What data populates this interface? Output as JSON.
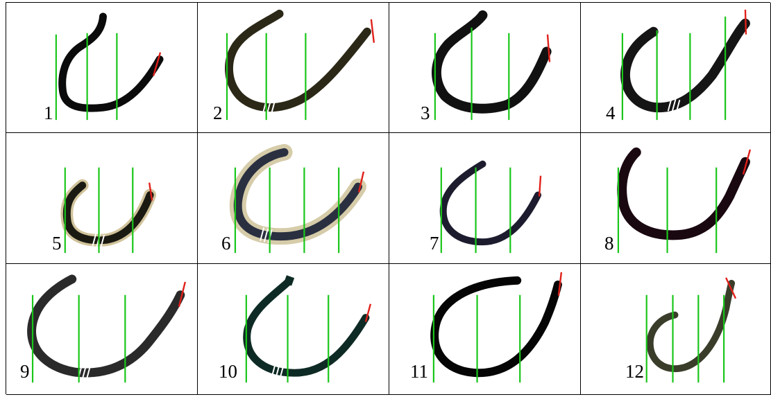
{
  "colors": {
    "guide_line": "#19c619",
    "end_mark": "#e0201a"
  },
  "panels": [
    {
      "number": "1",
      "ink": "#0b0b0b",
      "halo": null,
      "texture": "solid"
    },
    {
      "number": "2",
      "ink": "#2c2817",
      "halo": null,
      "texture": "solid",
      "gap": true
    },
    {
      "number": "3",
      "ink": "#111111",
      "halo": null,
      "texture": "speckled"
    },
    {
      "number": "4",
      "ink": "#151515",
      "halo": null,
      "texture": "rough",
      "gap": true
    },
    {
      "number": "5",
      "ink": "#1a1a12",
      "halo": "#c9b98a",
      "texture": "solid",
      "gap": true
    },
    {
      "number": "6",
      "ink": "#2a3040",
      "halo": "#cfc39a",
      "texture": "solid",
      "gap": true
    },
    {
      "number": "7",
      "ink": "#1c1c2e",
      "halo": null,
      "texture": "solid"
    },
    {
      "number": "8",
      "ink": "#1a0810",
      "halo": null,
      "texture": "solid"
    },
    {
      "number": "9",
      "ink": "#2a2a2a",
      "halo": null,
      "texture": "speckled",
      "gap": true
    },
    {
      "number": "10",
      "ink": "#0e2a24",
      "halo": null,
      "texture": "solid",
      "gap": true
    },
    {
      "number": "11",
      "ink": "#050505",
      "halo": null,
      "texture": "speckled"
    },
    {
      "number": "12",
      "ink": "#3a3d2a",
      "halo": null,
      "texture": "solid"
    }
  ]
}
